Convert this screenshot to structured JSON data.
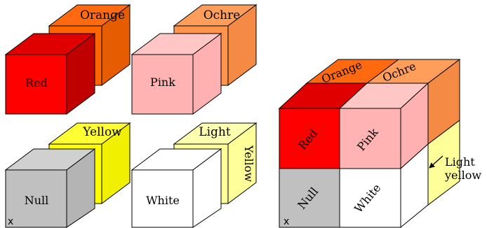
{
  "colors": {
    "red": "#ff0000",
    "red_side": "#c00000",
    "red_top": "#e00000",
    "orange": "#ff6600",
    "orange_side": "#e65c00",
    "orange_top": "#ff6a10",
    "ochre": "#ff944d",
    "ochre_side": "#f48a44",
    "ochre_top": "#ff9d5a",
    "pink": "#ffb3b3",
    "pink_side": "#ffb0b0",
    "pink_top": "#ffc6c6",
    "yellow": "#ffff00",
    "yellow_side": "#f0f000",
    "yellow_top": "#ffff33",
    "light_yellow": "#ffff99",
    "light_yellow_side": "#ffff99",
    "light_yellow_top": "#ffffb0",
    "null": "#c0c0c0",
    "null_side": "#b4b4b4",
    "null_top": "#d0d0d0",
    "white": "#ffffff",
    "stroke": "#000000"
  },
  "cubes": {
    "orange": "Orange",
    "ochre": "Ochre",
    "red": "Red",
    "pink": "Pink",
    "yellow": "Yellow",
    "light": "Light",
    "yellow_side_text": "Yellow",
    "null": "Null",
    "white": "White",
    "x_marker": "x"
  },
  "combined": {
    "orange": "Orange",
    "ochre": "Ochre",
    "red": "Red",
    "pink": "Pink",
    "null": "Null",
    "white": "White",
    "x_marker": "x",
    "callout_line1": "Light",
    "callout_line2": "yellow"
  }
}
